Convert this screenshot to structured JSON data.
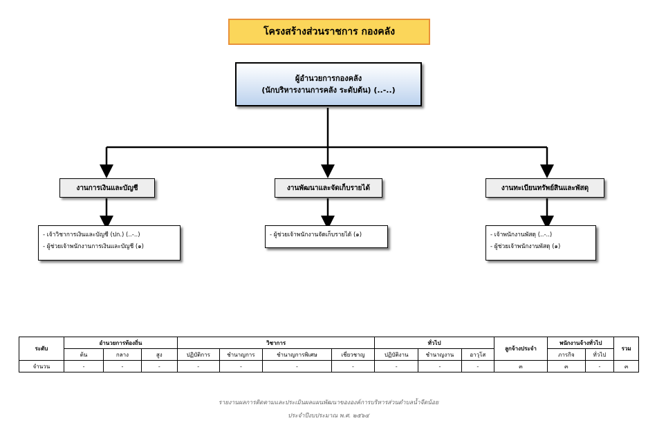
{
  "title": "โครงสร้างส่วนราชการ กองคลัง",
  "director": {
    "line1": "ผู้อำนวยการกองคลัง",
    "line2": "(นักบริหารงานการคลัง ระดับต้น) (..-..)"
  },
  "units": [
    {
      "name": "งานการเงินและบัญชี",
      "staff": [
        "- เจ้าวิชาการเงินและบัญชี (ปก.) (..-..)",
        "- ผู้ช่วยเจ้าพนักงานการเงินและบัญชี (๑)"
      ]
    },
    {
      "name": "งานพัฒนาและจัดเก็บรายได้",
      "staff": [
        "- ผู้ช่วยเจ้าพนักงานจัดเก็บรายได้ (๑)"
      ]
    },
    {
      "name": "งานทะเบียนทรัพย์สินและพัสดุ",
      "staff": [
        "- เจ้าพนักงานพัสดุ (..-..)",
        "- ผู้ช่วยเจ้าพนักงานพัสดุ (๑)"
      ]
    }
  ],
  "table": {
    "level_label": "ระดับ",
    "group_local": "อำนวยการท้องถิ่น",
    "group_academic": "วิชาการ",
    "group_general": "ทั่วไป",
    "group_contract": "ลูกจ้างประจำ",
    "group_employee": "พนักงานจ้างทั่วไป",
    "group_total": "รวม",
    "subheaders": [
      "ต้น",
      "กลาง",
      "สูง",
      "ปฏิบัติการ",
      "ชำนาญการ",
      "ชำนาญการพิเศษ",
      "เชี่ยวชาญ",
      "ปฏิบัติงาน",
      "ชำนาญงาน",
      "อาวุโส",
      "ภารกิจ",
      "ทั่วไป"
    ],
    "row_label": "จำนวน",
    "values": [
      "-",
      "-",
      "-",
      "-",
      "-",
      "-",
      "-",
      "-",
      "-",
      "-",
      "๓",
      "๓",
      "-",
      "๓"
    ]
  },
  "footer": {
    "line1": "รายงานผลการติดตามและประเมินผลแผนพัฒนาขององค์การบริหารส่วนตำบลน้ำจืดน้อย",
    "line2": "ประจำปีงบประมาณ พ.ศ. ๒๕๖๔"
  }
}
